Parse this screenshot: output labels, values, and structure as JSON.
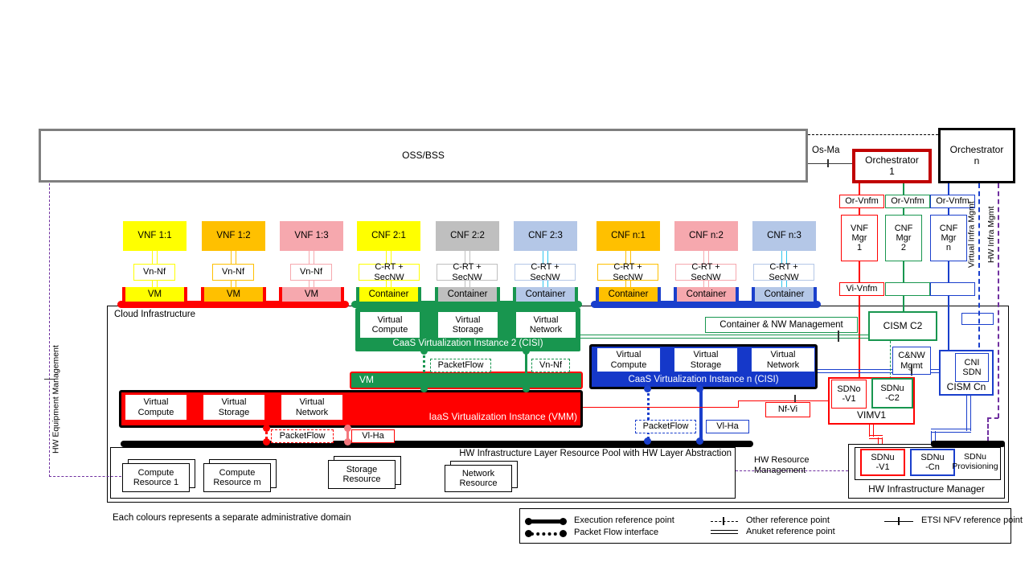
{
  "palette": {
    "yellow": "#FFFF00",
    "orange": "#FFC000",
    "pink": "#F6A8AE",
    "gray": "#BFBFBF",
    "light_blue": "#B4C7E7",
    "cyan": "#2EC6F0",
    "red": "#FF0000",
    "dark_red": "#C00000",
    "green": "#18964F",
    "blue": "#1A3FCC",
    "purple": "#7030A0",
    "oss_border_gray": "#7F7F7F",
    "black": "#000000"
  },
  "header": {
    "oss_bss": "OSS/BSS",
    "os_ma": "Os-Ma",
    "orchestrator_1": "Orchestrator\n1",
    "orchestrator_n": "Orchestrator\nn"
  },
  "mano": {
    "or_vnfm_1": "Or-Vnfm",
    "or_vnfm_2": "Or-Vnfm",
    "or_vnfm_n": "Or-Vnfm",
    "vnf_mgr_1": "VNF\nMgr\n1",
    "cnf_mgr_2": "CNF\nMgr\n2",
    "cnf_mgr_n": "CNF\nMgr\nn",
    "vi_vnfm": "Vi-Vnfm",
    "virtual_infra_mgmt": "Virtual Infra Mgmt",
    "hw_infra_mgmt": "HW Infra Mgmt",
    "hw_equipment_mgmt": "HW Equipment Management"
  },
  "nf": {
    "columns": [
      {
        "label": "VNF 1:1",
        "iface": "Vn-Nf",
        "runtime": "VM"
      },
      {
        "label": "VNF 1:2",
        "iface": "Vn-Nf",
        "runtime": "VM"
      },
      {
        "label": "VNF 1:3",
        "iface": "Vn-Nf",
        "runtime": "VM"
      },
      {
        "label": "CNF 2:1",
        "iface": "C-RT + SecNW",
        "runtime": "Container"
      },
      {
        "label": "CNF 2:2",
        "iface": "C-RT + SecNW",
        "runtime": "Container"
      },
      {
        "label": "CNF 2:3",
        "iface": "C-RT + SecNW",
        "runtime": "Container"
      },
      {
        "label": "CNF n:1",
        "iface": "C-RT + SecNW",
        "runtime": "Container"
      },
      {
        "label": "CNF n:2",
        "iface": "C-RT + SecNW",
        "runtime": "Container"
      },
      {
        "label": "CNF n:3",
        "iface": "C-RT + SecNW",
        "runtime": "Container"
      }
    ]
  },
  "cloud": {
    "title": "Cloud  Infrastructure",
    "caas2": {
      "compute": "Virtual\nCompute",
      "storage": "Virtual\nStorage",
      "network": "Virtual\nNetwork",
      "label": "CaaS Virtualization Instance 2 (CISI)",
      "packetflow": "PacketFlow",
      "vn_nf": "Vn-Nf"
    },
    "vm_bar": "VM",
    "iaas": {
      "compute": "Virtual\nCompute",
      "storage": "Virtual\nStorage",
      "network": "Virtual\nNetwork",
      "label": "IaaS Virtualization Instance (VMM)",
      "packetflow": "PacketFlow",
      "vl_ha": "Vl-Ha"
    },
    "caasn": {
      "compute": "Virtual\nCompute",
      "storage": "Virtual\nStorage",
      "network": "Virtual\nNetwork",
      "label": "CaaS Virtualization Instance n (CISI)",
      "packetflow": "PacketFlow",
      "vl_ha": "Vl-Ha"
    },
    "container_nw_mgmt": "Container & NW  Management",
    "cism_c2": "CISM C2",
    "cnw_mgmt": "C&NW\nMgmt",
    "cni_sdn": "CNI\nSDN",
    "cism_cn": "CISM Cn",
    "nf_vi": "Nf-Vi",
    "sdno_v1": "SDNo\n-V1",
    "sdnu_c2": "SDNu\n-C2",
    "vim_v1": "VIMV1"
  },
  "hw": {
    "pool_label": "HW Infrastructure Layer Resource Pool with HW Layer Abstraction",
    "compute_1": "Compute\nResource 1",
    "compute_m": "Compute\nResource m",
    "storage": "Storage\nResource",
    "network": "Network\nResource",
    "resource_mgmt": "HW Resource\nManagement",
    "manager": {
      "sdnu_v1": "SDNu\n-V1",
      "sdnu_cn": "SDNu\n-Cn",
      "sdnu_prov": "SDNu\nProvisioning",
      "label": "HW Infrastructure Manager"
    }
  },
  "legend": {
    "note": "Each colours represents a separate administrative domain",
    "execution": "Execution reference point",
    "packet_flow": "Packet Flow interface",
    "other": "Other reference point",
    "anuket": "Anuket reference point",
    "etsi": "ETSI NFV reference point"
  }
}
